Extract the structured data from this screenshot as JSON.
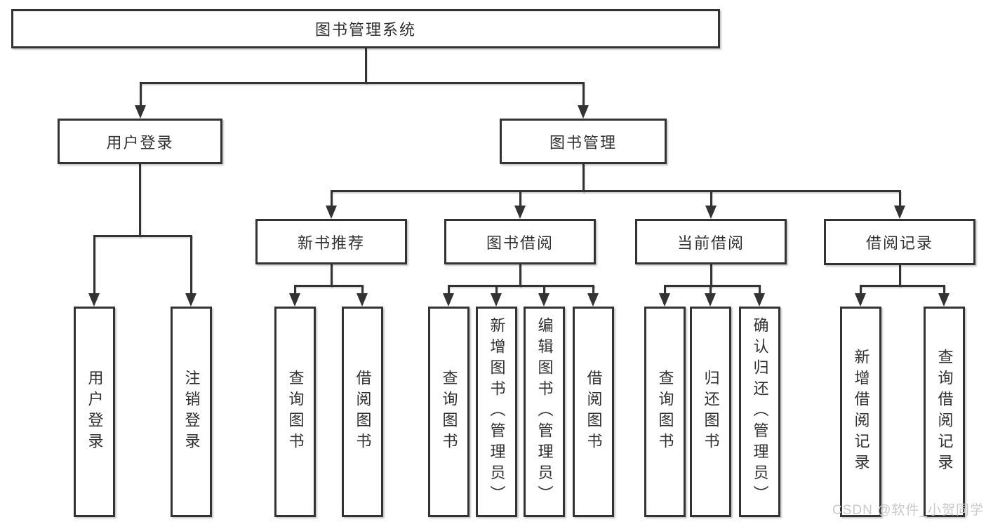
{
  "tree": {
    "label": "图书管理系统",
    "children": [
      {
        "label": "用户登录",
        "children": [
          {
            "label": "用户登录"
          },
          {
            "label": "注销登录"
          }
        ]
      },
      {
        "label": "图书管理",
        "children": [
          {
            "label": "新书推荐",
            "children": [
              {
                "label": "查询图书"
              },
              {
                "label": "借阅图书"
              }
            ]
          },
          {
            "label": "图书借阅",
            "children": [
              {
                "label": "查询图书"
              },
              {
                "label": "新增图书（管理员）"
              },
              {
                "label": "编辑图书（管理员）"
              },
              {
                "label": "借阅图书"
              }
            ]
          },
          {
            "label": "当前借阅",
            "children": [
              {
                "label": "查询图书"
              },
              {
                "label": "归还图书"
              },
              {
                "label": "确认归还（管理员）"
              }
            ]
          },
          {
            "label": "借阅记录",
            "children": [
              {
                "label": "新增借阅记录"
              },
              {
                "label": "查询借阅记录"
              }
            ]
          }
        ]
      }
    ]
  },
  "watermark": {
    "text": "CSDN @软件_小贺同学"
  },
  "colors": {
    "line": "#333333",
    "box_border": "#333333",
    "text": "#303030",
    "watermark": "#c9c9c9",
    "background": "#ffffff"
  }
}
